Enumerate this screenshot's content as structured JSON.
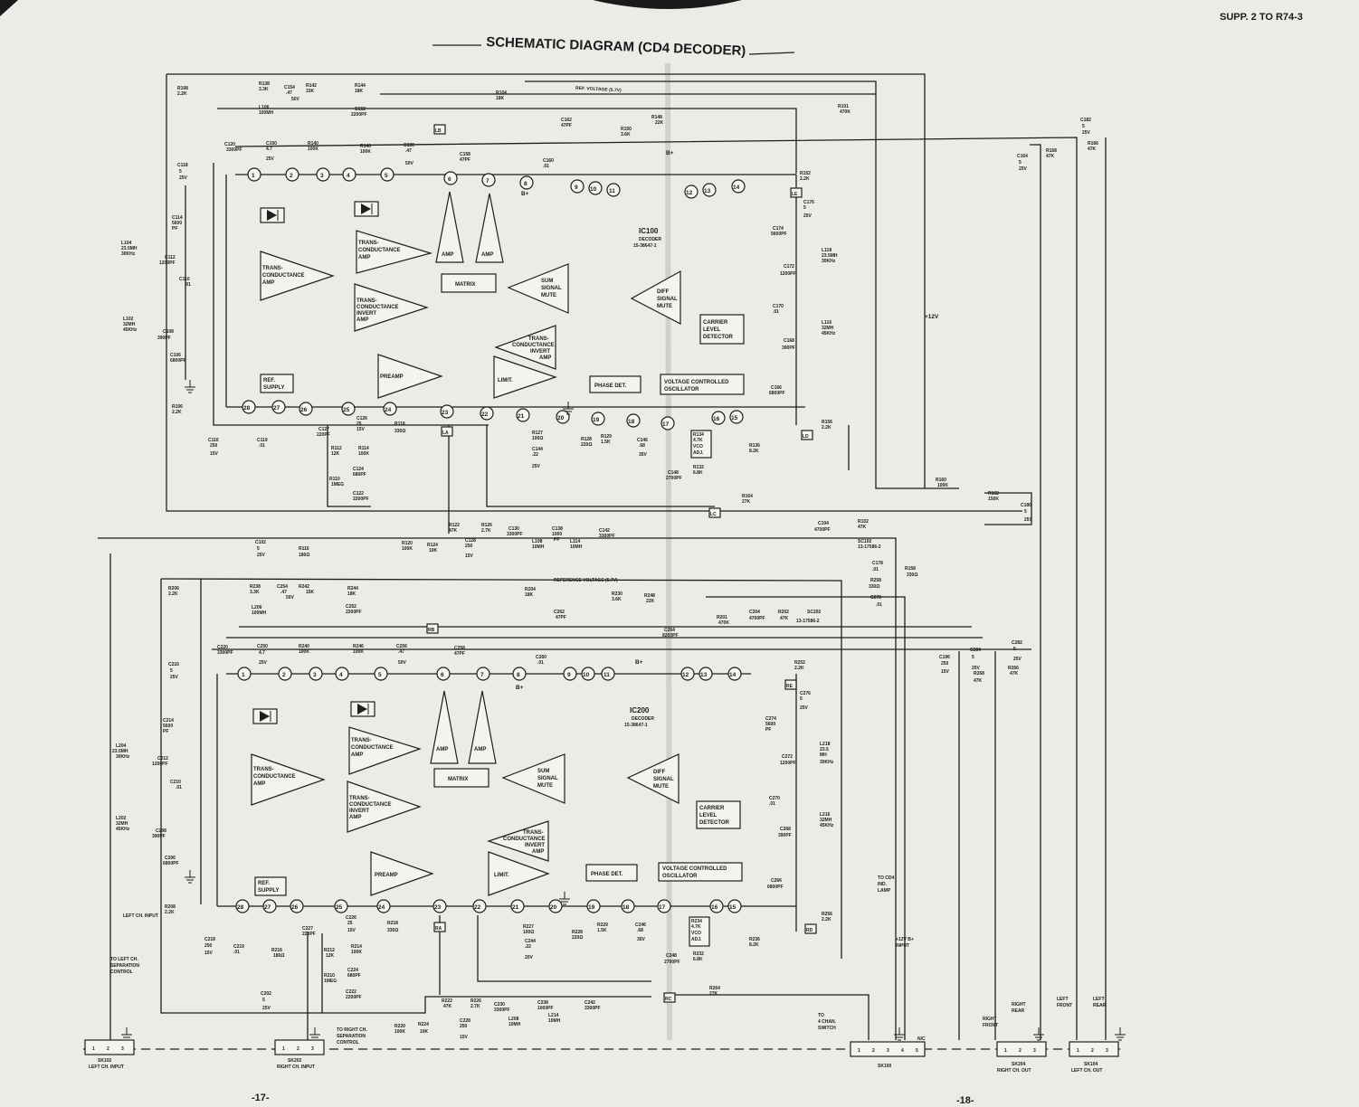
{
  "header": {
    "title": "SCHEMATIC DIAGRAM (CD4 DECODER)",
    "supp": "SUPP. 2 TO R74-3",
    "page_left": "-17-",
    "page_right": "-18-"
  },
  "top_channel": {
    "ic_name": "IC100",
    "ic_desc": "DECODER",
    "ic_part": "15-38647-1",
    "ref_voltage": "REF. VOLTAGE (5.7V)",
    "rails": [
      "B+",
      "B+",
      "+12V"
    ],
    "blocks": {
      "transconductance_amp": [
        "TRANS-",
        "CONDUCTANCE",
        "AMP"
      ],
      "transconductance_amp_2": [
        "TRANS-",
        "CONDUCTANCE",
        "AMP"
      ],
      "transconductance_invert_amp": [
        "TRANS-",
        "CONDUCTANCE",
        "INVERT",
        "AMP"
      ],
      "transconductance_invert_amp_2": [
        "TRANS-",
        "CONDUCTANCE",
        "INVERT",
        "AMP"
      ],
      "amp_a": "AMP",
      "amp_b": "AMP",
      "matrix": "MATRIX",
      "sum_signal_mute": [
        "SUM",
        "SIGNAL",
        "MUTE"
      ],
      "diff_signal_mute": [
        "DIFF",
        "SIGNAL",
        "MUTE"
      ],
      "carrier_level_detector": [
        "CARRIER",
        "LEVEL",
        "DETECTOR"
      ],
      "preamp": "PREAMP",
      "limit": "LIMIT.",
      "phase_det": "PHASE DET.",
      "vco": [
        "VOLTAGE CONTROLLED",
        "OSCILLATOR"
      ],
      "ref_supply": [
        "REF.",
        "SUPPLY"
      ]
    },
    "pins_top": [
      "1",
      "2",
      "3",
      "4",
      "5",
      "6",
      "7",
      "8",
      "9",
      "10",
      "11",
      "12",
      "13",
      "14"
    ],
    "pins_bottom": [
      "28",
      "27",
      "26",
      "25",
      "24",
      "23",
      "22",
      "21",
      "20",
      "19",
      "18",
      "17",
      "16",
      "15"
    ],
    "tags": [
      "LB",
      "LE",
      "LA",
      "LD",
      "LC"
    ],
    "components": [
      [
        "R108",
        "2.2K"
      ],
      [
        "R138",
        "3.3K"
      ],
      [
        "C154",
        ".47",
        "50V"
      ],
      [
        "R142",
        "15K"
      ],
      [
        "R144",
        "18K"
      ],
      [
        "L106",
        "100MH"
      ],
      [
        "C152",
        "2200PF"
      ],
      [
        "R104",
        "18K"
      ],
      [
        "R148",
        "22K"
      ],
      [
        "R150",
        "3.6K"
      ],
      [
        "C162",
        "47PF"
      ],
      [
        "R101",
        "470K"
      ],
      [
        "C120",
        "3300PF"
      ],
      [
        "C150",
        "4.7",
        "25V"
      ],
      [
        "R140",
        "100K"
      ],
      [
        "R146",
        "100K"
      ],
      [
        "C136",
        ".47",
        "50V"
      ],
      [
        "C158",
        "47PF"
      ],
      [
        "C160",
        ".01"
      ],
      [
        "C118",
        "5",
        "25V"
      ],
      [
        "C114",
        "5600",
        "PF"
      ],
      [
        "L104",
        "23.5MH",
        "30KHz"
      ],
      [
        "C112",
        "1200PF"
      ],
      [
        "C110",
        ".01"
      ],
      [
        "L102",
        "32MH",
        "45KHz"
      ],
      [
        "C108",
        "390PF"
      ],
      [
        "C106",
        "6800PF"
      ],
      [
        "R106",
        "2.2K"
      ],
      [
        "C116",
        "250",
        "15V"
      ],
      [
        "C119",
        ".01"
      ],
      [
        "C127",
        "220PF"
      ],
      [
        "C126",
        "25",
        "15V"
      ],
      [
        "R118",
        "330Ω"
      ],
      [
        "R112",
        "12K"
      ],
      [
        "R114",
        "100K"
      ],
      [
        "C124",
        "680PF"
      ],
      [
        "R110",
        "1MEG"
      ],
      [
        "C122",
        "2200PF"
      ],
      [
        "R127",
        "100Ω"
      ],
      [
        "C144",
        ".22",
        "25V"
      ],
      [
        "R128",
        "220Ω"
      ],
      [
        "R129",
        "1.5K"
      ],
      [
        "C146",
        ".68",
        "35V"
      ],
      [
        "R134",
        "4.7K",
        "VCO",
        "ADJ."
      ],
      [
        "C148",
        "2700PF"
      ],
      [
        "R132",
        "6.8K"
      ],
      [
        "R136",
        "8.2K"
      ],
      [
        "R152",
        "2.2K"
      ],
      [
        "C176",
        "5",
        "25V"
      ],
      [
        "C174",
        "5600PF"
      ],
      [
        "L118",
        "23.5MH",
        "30KHz"
      ],
      [
        "C172",
        "1200PF"
      ],
      [
        "C170",
        ".01"
      ],
      [
        "L116",
        "32MH",
        "45KHz"
      ],
      [
        "C168",
        "390PF"
      ],
      [
        "C166",
        "6800PF"
      ],
      [
        "R156",
        "2.2K"
      ],
      [
        "C164",
        "5",
        "25V"
      ],
      [
        "R168",
        "47K"
      ],
      [
        "C182",
        "5",
        "25V"
      ],
      [
        "R166",
        "47K"
      ],
      [
        "R164",
        "27K"
      ],
      [
        "R160",
        "100K"
      ],
      [
        "R162",
        "150K"
      ],
      [
        "C180",
        "5",
        "25V"
      ],
      [
        "C104",
        "4700PF"
      ],
      [
        "R102",
        "47K"
      ],
      [
        "SC102",
        "13-17586-2"
      ],
      [
        "C102",
        "5",
        "25V"
      ],
      [
        "R116",
        "180Ω"
      ],
      [
        "R120",
        "100K"
      ],
      [
        "R124",
        "10K"
      ],
      [
        "R122",
        "47K"
      ],
      [
        "C128",
        "250",
        "15V"
      ],
      [
        "R126",
        "2.7K"
      ],
      [
        "C130",
        "3300PF"
      ],
      [
        "C138",
        "1000",
        "PF"
      ],
      [
        "L108",
        "10MH"
      ],
      [
        "L114",
        "10MH"
      ],
      [
        "C142",
        "3300PF"
      ]
    ]
  },
  "bottom_channel": {
    "ic_name": "IC200",
    "ic_desc": "DECODER",
    "ic_part": "15-38647-1",
    "ref_voltage": "REFERENCE VOLTAGE (5.7V)",
    "rails": [
      "B+",
      "B+"
    ],
    "pins_top": [
      "1",
      "2",
      "3",
      "4",
      "5",
      "6",
      "7",
      "8",
      "9",
      "10",
      "11",
      "12",
      "13",
      "14"
    ],
    "pins_bottom": [
      "28",
      "27",
      "26",
      "25",
      "24",
      "23",
      "22",
      "21",
      "20",
      "19",
      "18",
      "17",
      "16",
      "15"
    ],
    "tags": [
      "RB",
      "RE",
      "RA",
      "RD",
      "RC"
    ],
    "components": [
      [
        "R206",
        "2.2K"
      ],
      [
        "R238",
        "3.3K"
      ],
      [
        "C254",
        ".47",
        "50V"
      ],
      [
        "R242",
        "15K"
      ],
      [
        "R244",
        "18K"
      ],
      [
        "L206",
        "100MH"
      ],
      [
        "C252",
        "2200PF"
      ],
      [
        "R204",
        "18K"
      ],
      [
        "R230",
        "3.6K"
      ],
      [
        "R248",
        "22K"
      ],
      [
        "C262",
        "47PF"
      ],
      [
        "C264",
        "8200PF"
      ],
      [
        "R201",
        "470K"
      ],
      [
        "C204",
        "4700PF"
      ],
      [
        "R202",
        "47K"
      ],
      [
        "SC202",
        "13-17586-2"
      ],
      [
        "C220",
        "3300PF"
      ],
      [
        "C250",
        "4.7",
        "25V"
      ],
      [
        "R240",
        "100K"
      ],
      [
        "R246",
        "100K"
      ],
      [
        "C256",
        ".47",
        "50V"
      ],
      [
        "C258",
        "47PF"
      ],
      [
        "C260",
        ".01"
      ],
      [
        "C216",
        "5",
        "25V"
      ],
      [
        "C214",
        "5600",
        "PF"
      ],
      [
        "L204",
        "23.5MH",
        "30KHz"
      ],
      [
        "C212",
        "1200PF"
      ],
      [
        "C210",
        ".01"
      ],
      [
        "L202",
        "32MH",
        "45KHz"
      ],
      [
        "C208",
        "390PF"
      ],
      [
        "C206",
        "6800PF"
      ],
      [
        "R208",
        "2.2K"
      ],
      [
        "C218",
        "250",
        "15V"
      ],
      [
        "C219",
        ".01"
      ],
      [
        "R216",
        "180Ω"
      ],
      [
        "C227",
        "220PF"
      ],
      [
        "C226",
        "25",
        "15V"
      ],
      [
        "R218",
        "330Ω"
      ],
      [
        "R212",
        "12K"
      ],
      [
        "R214",
        "100K"
      ],
      [
        "C224",
        "680PF"
      ],
      [
        "R210",
        "1MEG"
      ],
      [
        "C222",
        "2200PF"
      ],
      [
        "R227",
        "100Ω"
      ],
      [
        "C244",
        ".22",
        "20V"
      ],
      [
        "R228",
        "220Ω"
      ],
      [
        "R229",
        "1.5K"
      ],
      [
        "C246",
        ".68",
        "35V"
      ],
      [
        "R234",
        "4.7K",
        "VCO",
        "ADJ."
      ],
      [
        "C248",
        "2700PF"
      ],
      [
        "R232",
        "6.8K"
      ],
      [
        "R236",
        "8.2K"
      ],
      [
        "R252",
        "2.2K"
      ],
      [
        "C276",
        "5",
        "25V"
      ],
      [
        "C274",
        "5600",
        "PF"
      ],
      [
        "L218",
        "23.5",
        "MH",
        "30KHz"
      ],
      [
        "C272",
        "1200PF"
      ],
      [
        "C270",
        ".01"
      ],
      [
        "L216",
        "32MH",
        "45KHz"
      ],
      [
        "C268",
        "390PF"
      ],
      [
        "C266",
        "6800PF"
      ],
      [
        "R256",
        "2.2K"
      ],
      [
        "C284",
        "5",
        "25V"
      ],
      [
        "R268",
        "47K"
      ],
      [
        "C282",
        "5",
        "25V"
      ],
      [
        "R266",
        "47K"
      ],
      [
        "C196",
        "250",
        "15V"
      ],
      [
        "C178",
        ".01"
      ],
      [
        "R158",
        "330Ω"
      ],
      [
        "R258",
        "330Ω"
      ],
      [
        "C278",
        ".01"
      ],
      [
        "C202",
        "5",
        "25V"
      ],
      [
        "R220",
        "100K"
      ],
      [
        "R224",
        "10K"
      ],
      [
        "R222",
        "47K"
      ],
      [
        "R226",
        "2.7K"
      ],
      [
        "C228",
        "250",
        "15V"
      ],
      [
        "C230",
        "3300PF"
      ],
      [
        "C238",
        "1000PF"
      ],
      [
        "L208",
        "10MH"
      ],
      [
        "L214",
        "10MH"
      ],
      [
        "C242",
        "3300PF"
      ],
      [
        "R264",
        "27K"
      ]
    ]
  },
  "notes": {
    "left_ch_input": "LEFT CH. INPUT",
    "to_left_sep": [
      "TO LEFT CH.",
      "SEPARATION",
      "CONTROL"
    ],
    "to_right_sep": [
      "TO RIGHT CH.",
      "SEPARATION",
      "CONTROL"
    ],
    "to_cd4_lamp": [
      "TO CD4",
      "IND.",
      "LAMP"
    ],
    "to_4ch_switch": [
      "TO",
      "4 CHAN.",
      "SWITCH"
    ],
    "plus12v_input": [
      "+12V B+",
      "INPUT"
    ],
    "right_front": [
      "RIGHT",
      "FRONT"
    ],
    "right_rear": [
      "RIGHT",
      "REAR"
    ],
    "left_front": [
      "LEFT",
      "FRONT"
    ],
    "left_rear": [
      "LEFT",
      "REAR"
    ],
    "nc": "N/C"
  },
  "connectors": [
    {
      "name": "SK102",
      "desc": "LEFT CH. INPUT",
      "pins": [
        "1",
        "2",
        "3"
      ]
    },
    {
      "name": "SK202",
      "desc": "RIGHT CH. INPUT",
      "pins": [
        "1",
        "2",
        "3"
      ]
    },
    {
      "name": "SK100",
      "desc": "",
      "pins": [
        "1",
        "2",
        "3",
        "4",
        "5"
      ]
    },
    {
      "name": "SK204",
      "desc": "RIGHT CH. OUT",
      "pins": [
        "1",
        "2",
        "3"
      ]
    },
    {
      "name": "SK104",
      "desc": "LEFT CH. OUT",
      "pins": [
        "1",
        "2",
        "3"
      ]
    }
  ]
}
